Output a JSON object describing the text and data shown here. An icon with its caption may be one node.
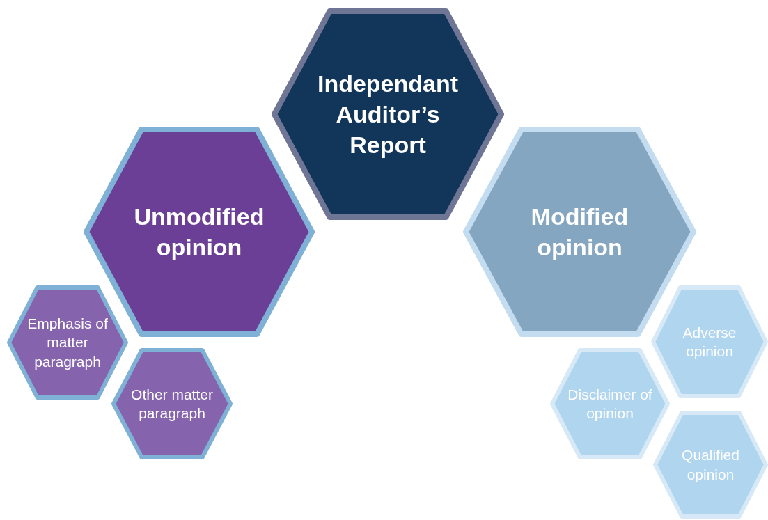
{
  "diagram": {
    "nodes": [
      {
        "text": [
          "Independant Auditor’s Report"
        ]
      },
      {
        "text": [
          "Unmodified opinion"
        ]
      },
      {
        "text": [
          "Modified opinion"
        ]
      },
      {
        "text": [
          "Emphasis of matter paragraph"
        ]
      },
      {
        "text": [
          "Other matter paragraph"
        ]
      },
      {
        "text": [
          "Adverse opinion"
        ]
      },
      {
        "text": [
          "Disclaimer of opinion"
        ]
      },
      {
        "text": [
          "Qualified opinion"
        ]
      }
    ]
  }
}
